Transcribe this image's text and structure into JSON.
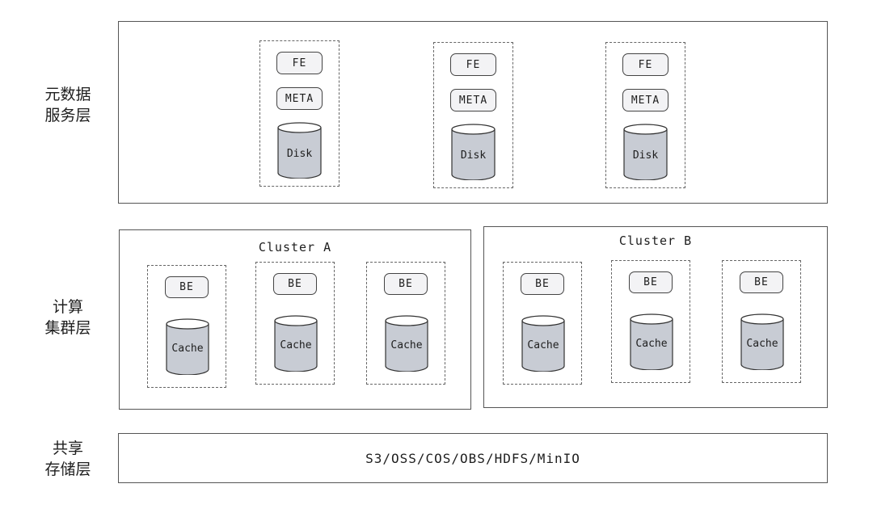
{
  "layers": {
    "metadata": {
      "label": "元数据\n服务层"
    },
    "compute": {
      "label": "计算\n集群层"
    },
    "storage": {
      "label": "共享\n存储层",
      "text": "S3/OSS/COS/OBS/HDFS/MinIO"
    }
  },
  "metadata_nodes": [
    {
      "fe": "FE",
      "meta": "META",
      "disk": "Disk"
    },
    {
      "fe": "FE",
      "meta": "META",
      "disk": "Disk"
    },
    {
      "fe": "FE",
      "meta": "META",
      "disk": "Disk"
    }
  ],
  "clusters": [
    {
      "title": "Cluster A",
      "nodes": [
        {
          "be": "BE",
          "cache": "Cache"
        },
        {
          "be": "BE",
          "cache": "Cache"
        },
        {
          "be": "BE",
          "cache": "Cache"
        }
      ]
    },
    {
      "title": "Cluster B",
      "nodes": [
        {
          "be": "BE",
          "cache": "Cache"
        },
        {
          "be": "BE",
          "cache": "Cache"
        },
        {
          "be": "BE",
          "cache": "Cache"
        }
      ]
    }
  ],
  "colors": {
    "cylinder_fill": "#c8ccd4",
    "cylinder_stroke": "#333333",
    "pill_fill": "#f3f3f5"
  }
}
